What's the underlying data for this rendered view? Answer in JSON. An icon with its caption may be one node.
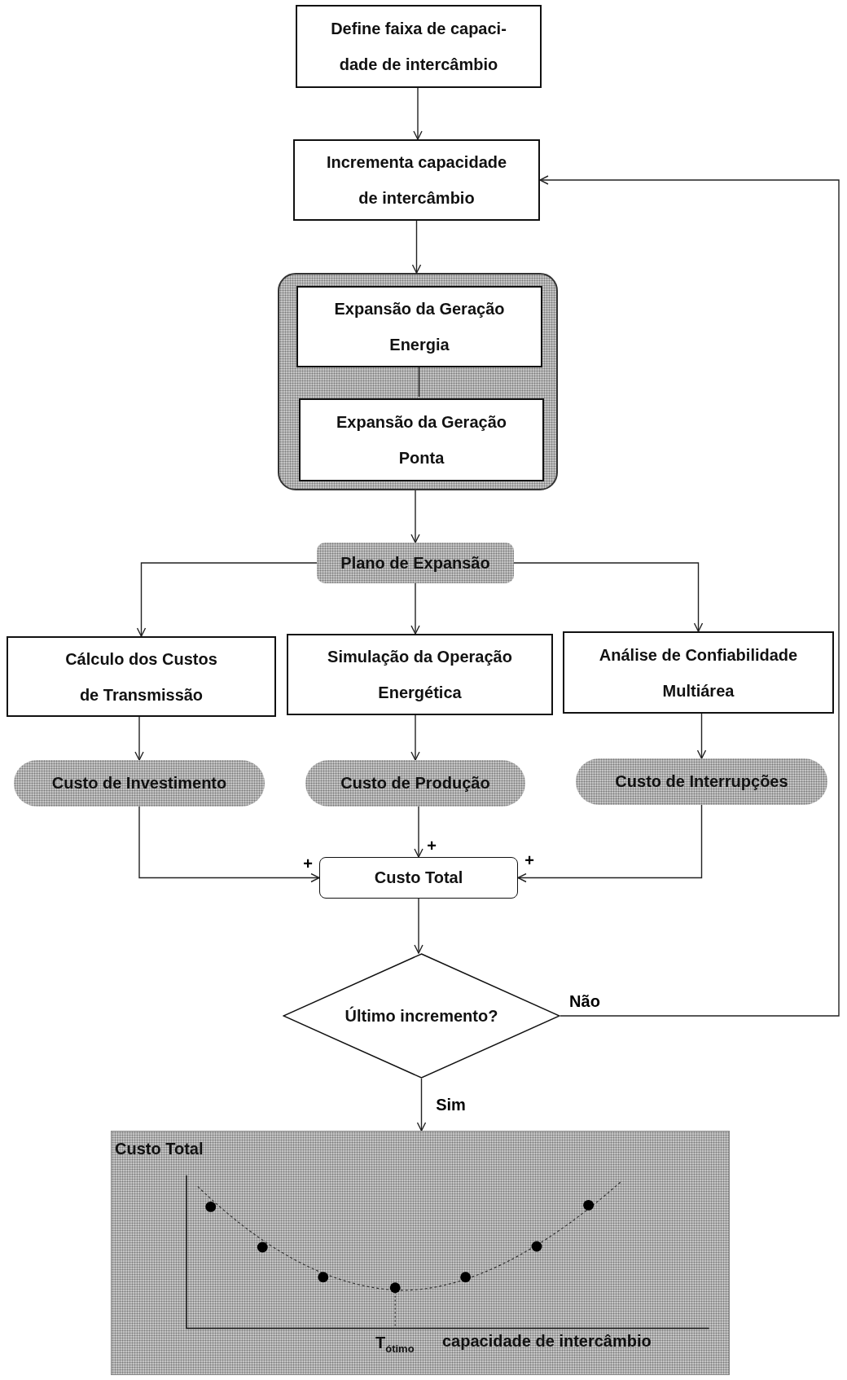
{
  "diagram": {
    "nodes": [
      {
        "text": [
          "Define faixa de capaci- dade de intercâmbio"
        ]
      },
      {
        "text": [
          "Incrementa capacidade de intercâmbio"
        ]
      },
      {
        "text": [],
        "shape": "box"
      },
      {
        "text": [
          "Expansão da Geração Energia"
        ],
        "in": 2
      },
      {
        "text": [
          "Expansão da Geração Ponta"
        ],
        "in": 2
      },
      {
        "text": [
          "Plano de Expansão"
        ]
      },
      {
        "text": [
          "Cálculo dos Custos de Transmissão"
        ]
      },
      {
        "text": [
          "Simulação da Operação Energética"
        ]
      },
      {
        "text": [
          "Análise de Confiabilidade Multiárea"
        ]
      },
      {
        "text": [
          "Custo de Investimento"
        ]
      },
      {
        "text": [
          "Custo de Produção"
        ]
      },
      {
        "text": [
          "Custo de Interrupções"
        ]
      },
      {
        "text": [
          "Custo Total"
        ]
      },
      {
        "text": [
          "Último incremento?"
        ]
      },
      {
        "text": [
          "Custo Total",
          "T$_{ótimo}$",
          "capacidade de intercâmbio"
        ]
      }
    ],
    "edges": [
      {
        "from": 0,
        "to": 1,
        "arrow": "to"
      },
      {
        "from": 1,
        "to": 2,
        "arrow": "to"
      },
      {
        "from": 3,
        "to": 4,
        "arrow": "none"
      },
      {
        "from": 2,
        "to": 5,
        "arrow": "to"
      },
      {
        "from": 5,
        "to": 6,
        "arrow": "to"
      },
      {
        "from": 5,
        "to": 7,
        "arrow": "to"
      },
      {
        "from": 5,
        "to": 8,
        "arrow": "to"
      },
      {
        "from": 6,
        "to": 9,
        "arrow": "to"
      },
      {
        "from": 7,
        "to": 10,
        "arrow": "to"
      },
      {
        "from": 8,
        "to": 11,
        "arrow": "to"
      },
      {
        "from": 9,
        "to": 12,
        "arrow": "to",
        "label": "+"
      },
      {
        "from": 10,
        "to": 12,
        "arrow": "to",
        "label": "+"
      },
      {
        "from": 11,
        "to": 12,
        "arrow": "to",
        "label": "+"
      },
      {
        "from": 12,
        "to": 13,
        "arrow": "to"
      },
      {
        "from": 13,
        "to": 1,
        "arrow": "to",
        "label": "Não"
      },
      {
        "from": 13,
        "to": 14,
        "arrow": "to",
        "label": "Sim"
      }
    ]
  }
}
